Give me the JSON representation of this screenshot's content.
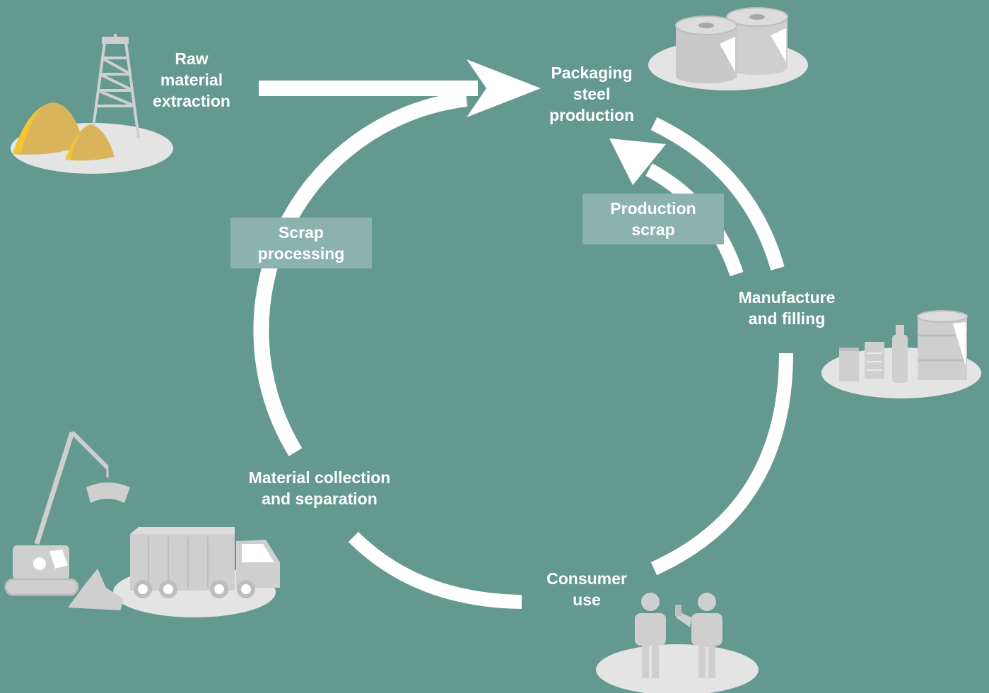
{
  "colors": {
    "background": "#64998f",
    "arrow": "#ffffff",
    "label_box": "#8cb2ad",
    "icon_gray": "#cfcfcf",
    "platform": "#e4e4e4",
    "sand": "#d9b45a",
    "sand_highlight": "#f2c632"
  },
  "stages": {
    "raw_material": {
      "line1": "Raw",
      "line2": "material",
      "line3": "extraction",
      "icon": "oil-rig-and-sand-icon"
    },
    "steel_production": {
      "line1": "Packaging",
      "line2": "steel",
      "line3": "production",
      "icon": "steel-coils-icon"
    },
    "manufacture": {
      "line1": "Manufacture",
      "line2": "and filling",
      "icon": "cans-and-drum-icon"
    },
    "consumer": {
      "line1": "Consumer",
      "line2": "use",
      "icon": "people-icon"
    },
    "collection": {
      "line1": "Material collection",
      "line2": "and separation",
      "icon": "truck-and-crane-icon"
    }
  },
  "process_boxes": {
    "scrap_processing": {
      "line1": "Scrap",
      "line2": "processing"
    },
    "production_scrap": {
      "line1": "Production",
      "line2": "scrap"
    }
  }
}
